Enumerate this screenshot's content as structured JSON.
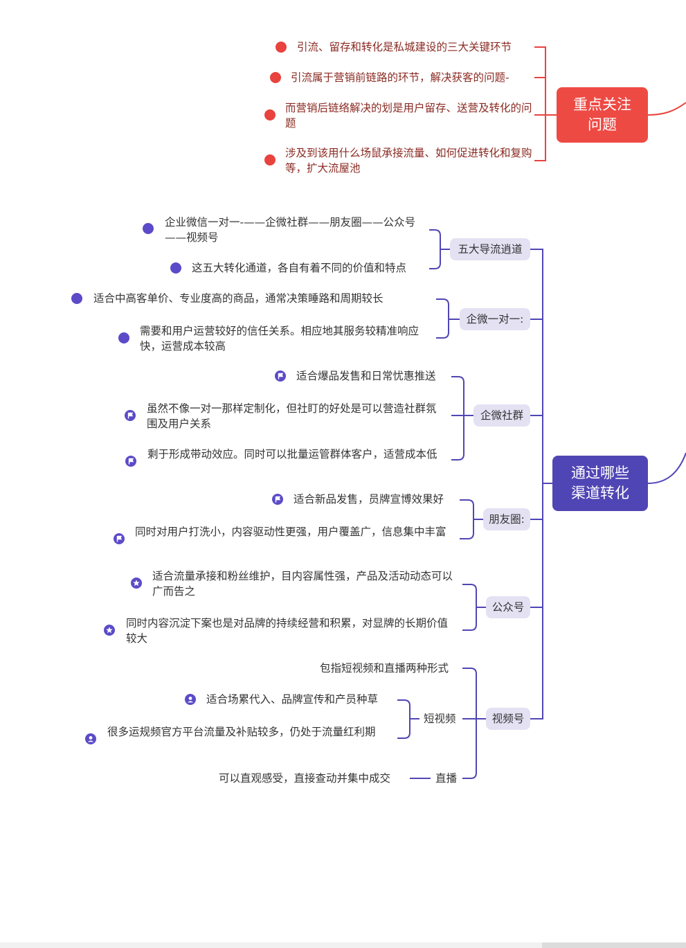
{
  "colors": {
    "red": "#e8433e",
    "purple": "#5045b4",
    "pill": "#e4e1f3"
  },
  "section1": {
    "title": "重点关注\n问题",
    "items": [
      "引流、留存和转化是私城建设的三大关键环节",
      "引流属于营销前链路的环节，解决获客的问题-",
      "而营销后链络解决的划是用户留存、送营及转化的问题",
      "涉及到该用什么场鼠承接流量、如何促进转化和复购等，扩大流屋池"
    ]
  },
  "section2": {
    "title": "通过哪些\n渠道转化",
    "branches": [
      {
        "label": "五大导流逍道",
        "items": [
          "企业微信一对一-——企微社群——朋友圈——公众号 ——视频号",
          "这五大转化通道，各自有着不同的价值和特点"
        ]
      },
      {
        "label": "企微一对一:",
        "items": [
          "适合中高客单价、专业度高的商品，通常决策睡路和周期较长",
          "需要和用户运营较好的信任关系。相应地其服务较精准响应快，运营成本较高"
        ]
      },
      {
        "label": "企微社群",
        "items": [
          "适合爆品发售和日常忧惠推送",
          "虽然不像一对一那样定制化，但社盯的好处是可以营造社群氛围及用户关系",
          "剩于形成带动效应。同时可以批量运管群体客户，适营成本低"
        ]
      },
      {
        "label": "朋友圈:",
        "items": [
          "适合新品发售，员牌宣博效果好",
          "同时对用户打洗小，内容驱动性更强，用户覆盖广，信息集中丰富"
        ]
      },
      {
        "label": "公众号",
        "items": [
          "适合流量承接和粉丝维护，目内容属性强，产品及活动动态可以广而告之",
          "同时内容沉淀下案也是对品牌的持续经营和积累，对显牌的长期价值较大"
        ]
      },
      {
        "label": "视频号",
        "intro": "包指短视频和直播两种形式",
        "short_video": {
          "label": "短视频",
          "items": [
            "适合场累代入、品牌宣传和产员种草",
            "很多运规频官方平台流量及补贴较多，仍处于流量红利期"
          ]
        },
        "live": {
          "label": "直播",
          "item": "可以直观感受，直接查动并集中成交"
        }
      }
    ]
  }
}
